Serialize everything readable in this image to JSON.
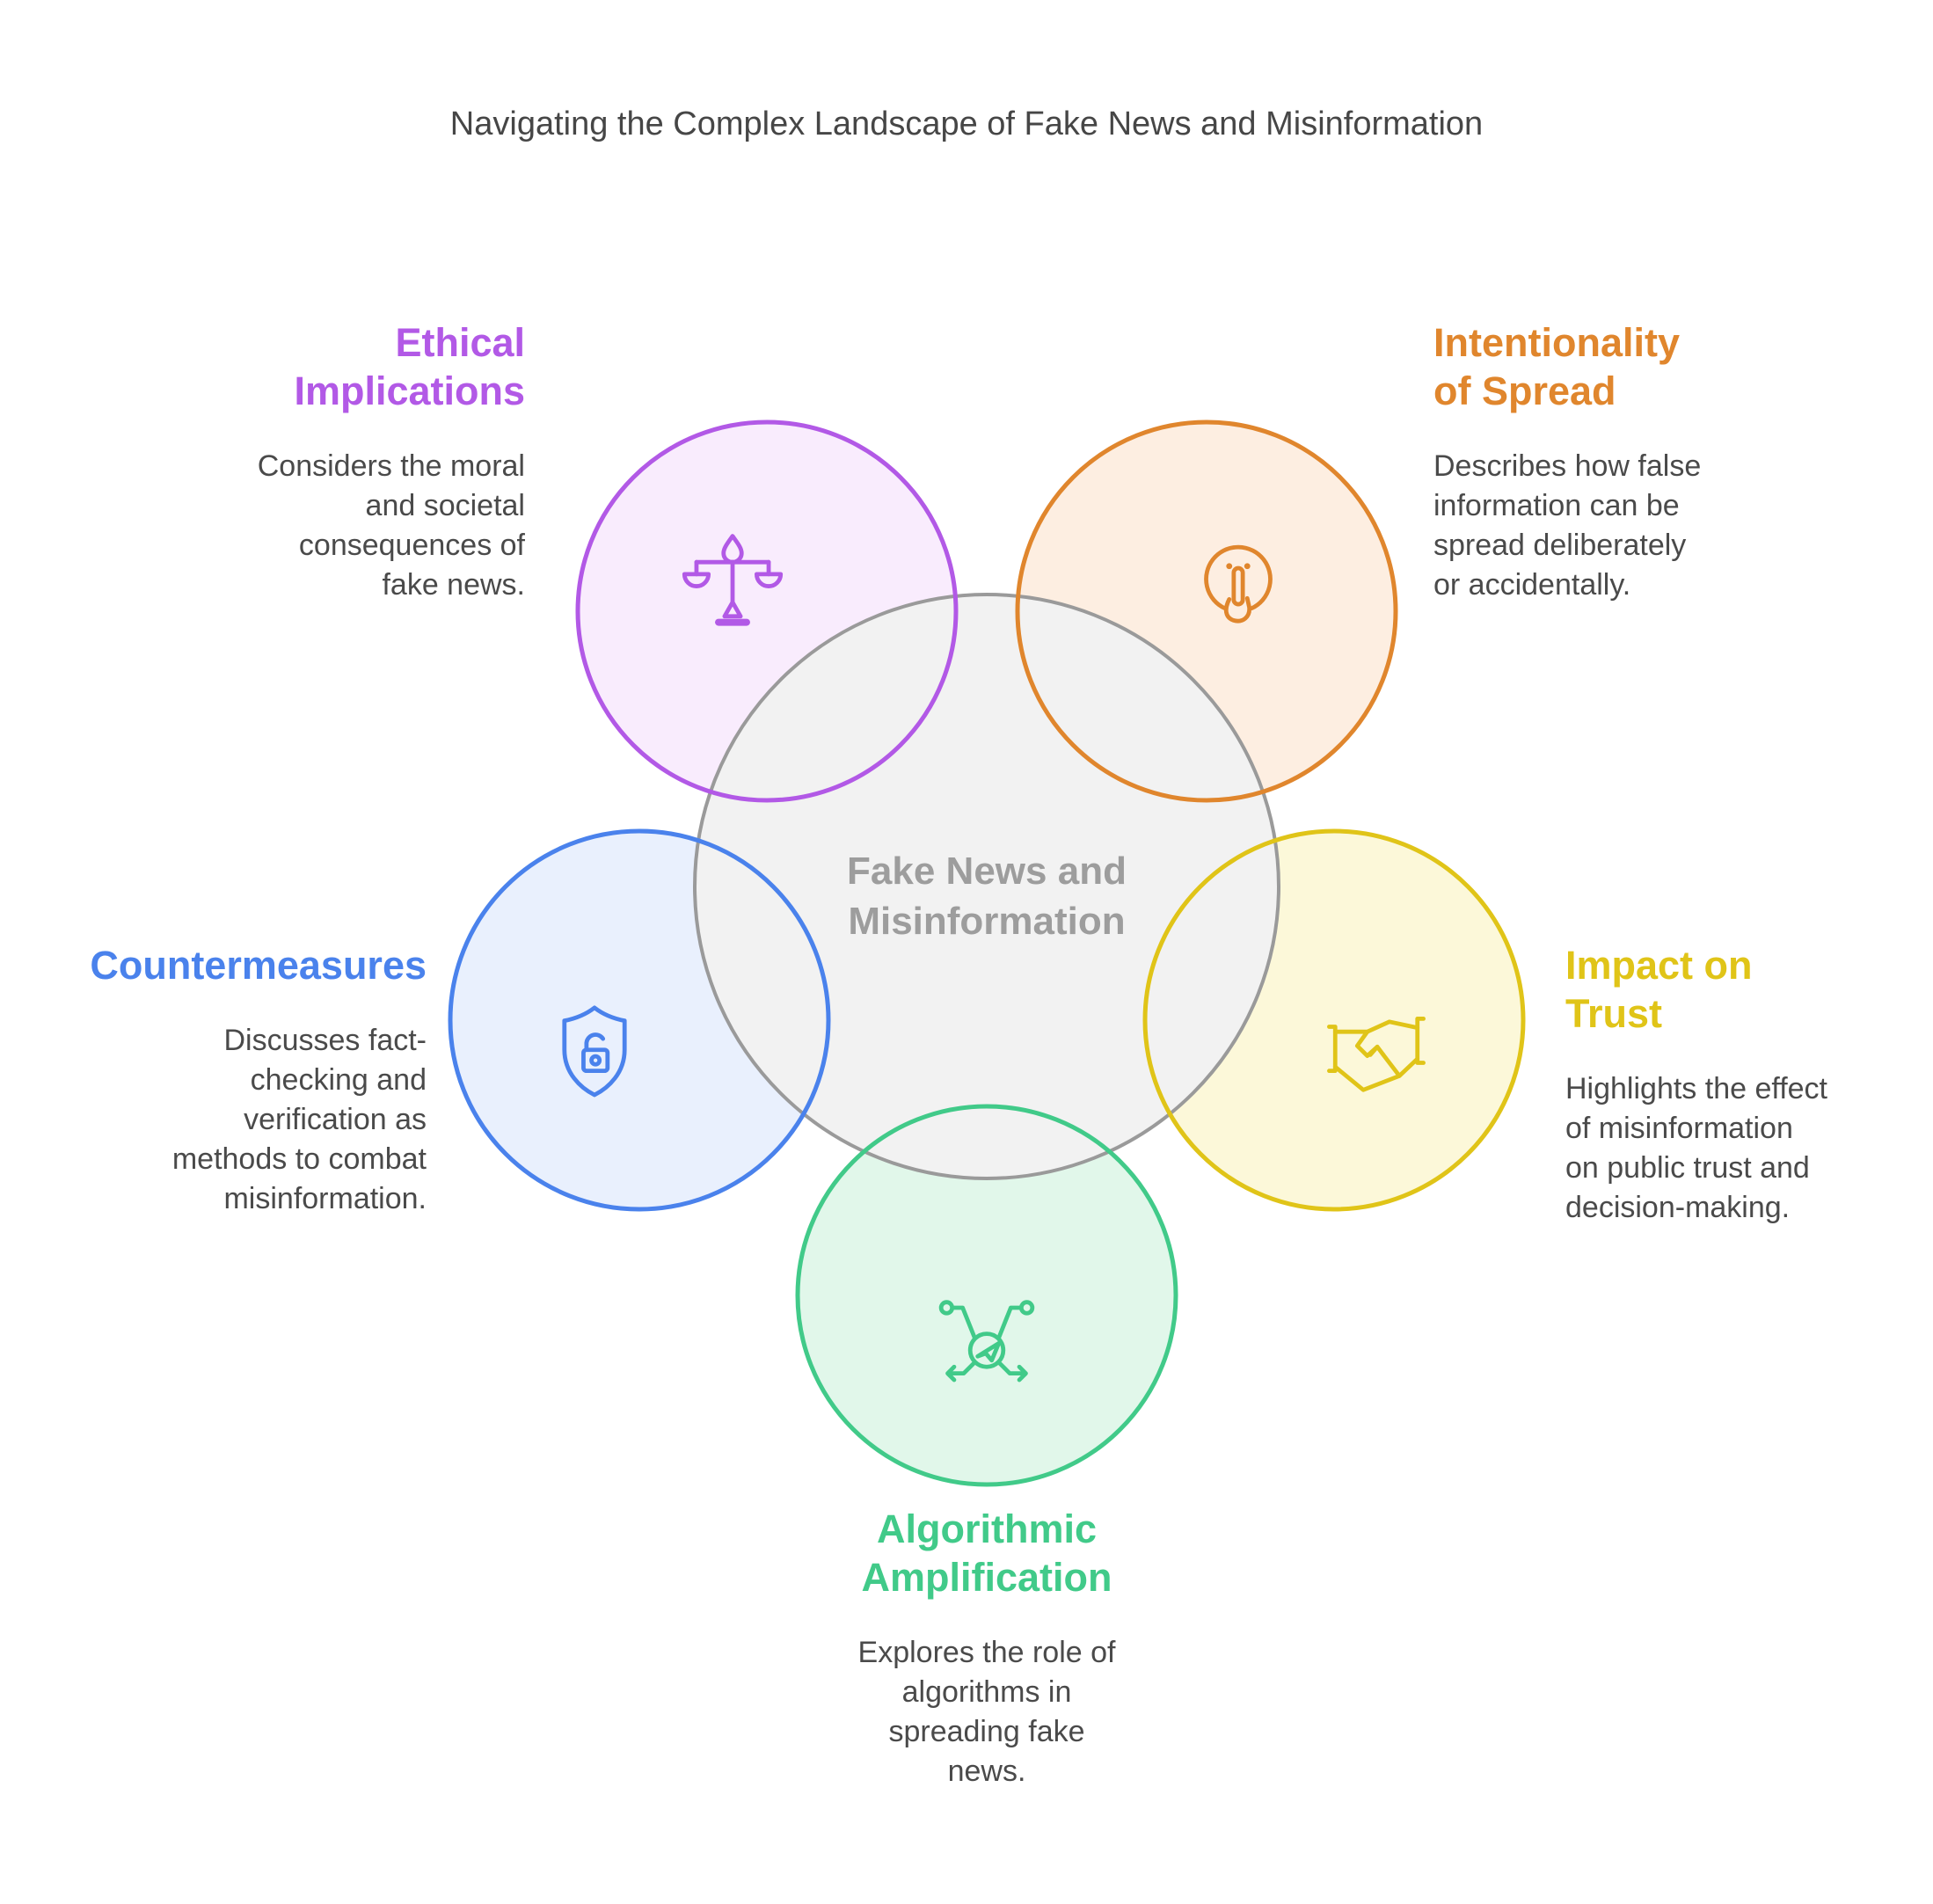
{
  "title": "Navigating the Complex Landscape of Fake News and Misinformation",
  "center": {
    "label": "Fake News and\nMisinformation"
  },
  "nodes": [
    {
      "id": "ethical-implications",
      "heading": "Ethical\nImplications",
      "body": "Considers the moral\nand societal\nconsequences of\nfake news.",
      "icon": "scales-of-justice-icon",
      "color": "purple"
    },
    {
      "id": "intentionality-of-spread",
      "heading": "Intentionality\nof Spread",
      "body": "Describes how false\ninformation can be\nspread deliberately\nor accidentally.",
      "icon": "shush-face-icon",
      "color": "orange"
    },
    {
      "id": "countermeasures",
      "heading": "Countermeasures",
      "body": "Discusses fact-\nchecking and\nverification as\nmethods to combat\nmisinformation.",
      "icon": "shield-lock-icon",
      "color": "blue"
    },
    {
      "id": "impact-on-trust",
      "heading": "Impact on\nTrust",
      "body": "Highlights the effect\nof misinformation\non public trust and\ndecision-making.",
      "icon": "handshake-icon",
      "color": "yellow"
    },
    {
      "id": "algorithmic-amplification",
      "heading": "Algorithmic\nAmplification",
      "body": "Explores the role of\nalgorithms in\nspreading fake\nnews.",
      "icon": "send-network-icon",
      "color": "green"
    }
  ],
  "colors": {
    "title-text": "#464646",
    "body-text": "#4a4a4a",
    "center-text": "#9d9d9d",
    "center-fill": "#f2f2f2",
    "center-stroke": "#9a9a9a",
    "purple": "#b259e6",
    "purple-fill": "#f9ecfd",
    "orange": "#e0862d",
    "orange-fill": "#fdeee1",
    "blue": "#4a82ec",
    "blue-fill": "#e9f0fd",
    "yellow": "#e0c418",
    "yellow-fill": "#fcf8d9",
    "green": "#41ca89",
    "green-fill": "#e1f7ea"
  }
}
